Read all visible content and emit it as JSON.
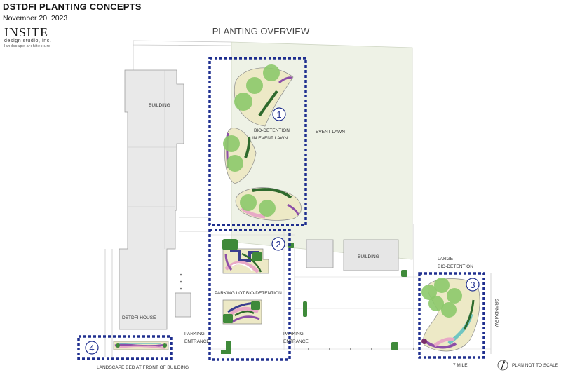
{
  "header": {
    "title": "DSTDFI PLANTING CONCEPTS",
    "date": "November 20, 2023"
  },
  "logo": {
    "name": "INSITE",
    "line1": "design studio, inc.",
    "line2": "landscape architecture"
  },
  "plan": {
    "title": "PLANTING OVERVIEW",
    "labels": {
      "building_left": "BUILDING",
      "event_lawn": "EVENT LAWN",
      "bio_detention_lawn_1": "BIO-DETENTION",
      "bio_detention_lawn_2": "IN EVENT LAWN",
      "building_center": "BUILDING",
      "parking_lot_bio": "PARKING LOT BIO-DETENTION",
      "large_bio_1": "LARGE",
      "large_bio_2": "BIO-DETENTION",
      "dstdfi_house": "DSTDFI HOUSE",
      "parking_entrance_left_1": "PARKING",
      "parking_entrance_left_2": "ENTRANCE",
      "parking_entrance_right_1": "PARKING",
      "parking_entrance_right_2": "ENTRANCE",
      "landscape_bed": "LANDSCAPE BED AT FRONT OF BUILDING",
      "street_bottom": "7 MILE",
      "street_right": "GRANDVIEW",
      "scale_note": "PLAN NOT TO SCALE"
    },
    "zones": [
      {
        "number": "1"
      },
      {
        "number": "2"
      },
      {
        "number": "3"
      },
      {
        "number": "4"
      }
    ],
    "colors": {
      "zone_outline": "#1f2f8f",
      "lawn": "#eef2e6",
      "tree": "#8cc96a",
      "shrub": "#3f8a3a"
    }
  }
}
